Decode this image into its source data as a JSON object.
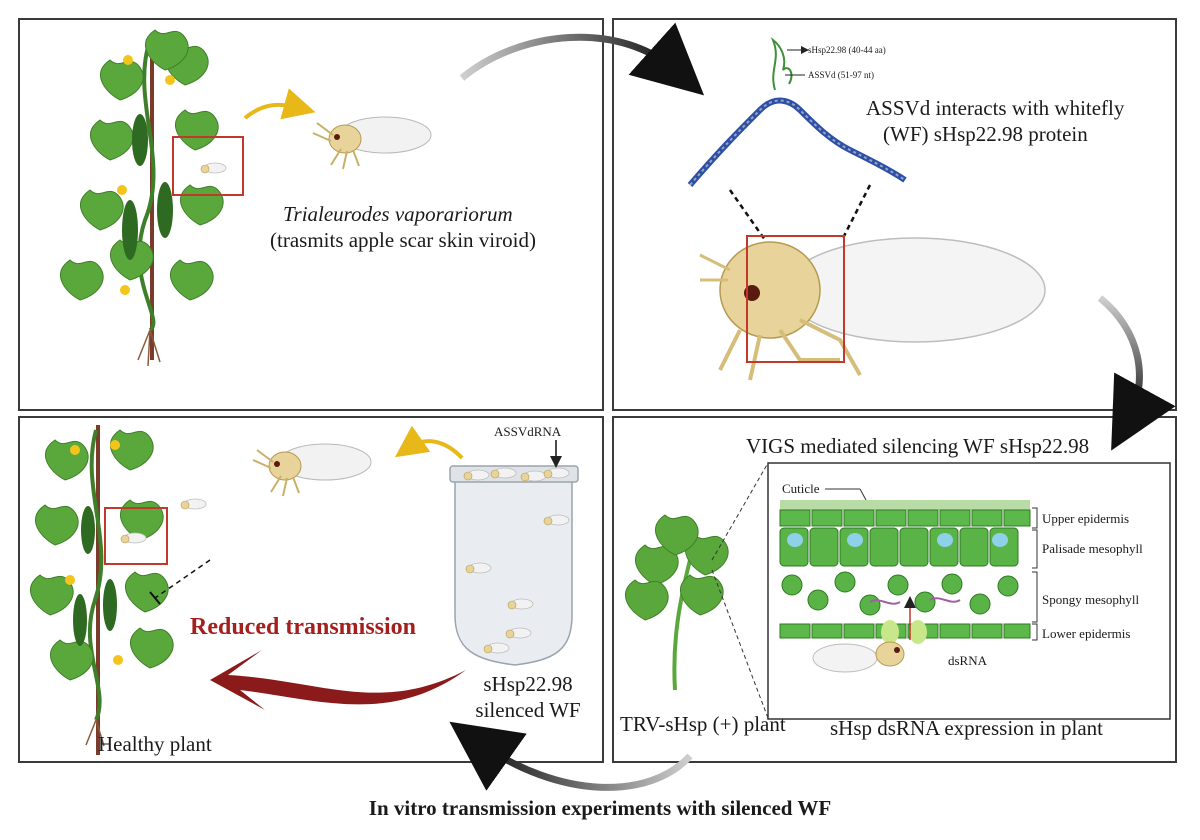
{
  "panel1": {
    "species": "Trialeurodes vaporariorum",
    "species_note": "(trasmits apple scar skin viroid)"
  },
  "panel2": {
    "title_line1": "ASSVd interacts with whitefly",
    "title_line2": "(WF) sHsp22.98 protein",
    "protein_label": "sHsp22.98 (40-44 aa)",
    "rna_label": "ASSVd (51-97 nt)"
  },
  "panel3": {
    "reduced": "Reduced transmission",
    "healthy": "Healthy plant",
    "assvd_rna": "ASSVdRNA",
    "silenced_line1": "sHsp22.98",
    "silenced_line2": "silenced WF"
  },
  "panel4": {
    "title": "VIGS mediated silencing WF sHsp22.98",
    "cuticle": "Cuticle",
    "layers": [
      "Upper epidermis",
      "Palisade mesophyll",
      "Spongy mesophyll",
      "Lower epidermis"
    ],
    "dsrna": "dsRNA",
    "plant_label": "TRV-sHsp (+) plant",
    "expression": "sHsp dsRNA expression in plant"
  },
  "bottom_title": "In vitro transmission experiments with silenced WF",
  "colors": {
    "leaf": "#5aa83c",
    "leaf_dark": "#3f7f2a",
    "whitefly_body": "#e8d49a",
    "highlight_box": "#c0392b",
    "big_arrow": "#8b1a1a",
    "yellow_arrow": "#e8b818"
  }
}
